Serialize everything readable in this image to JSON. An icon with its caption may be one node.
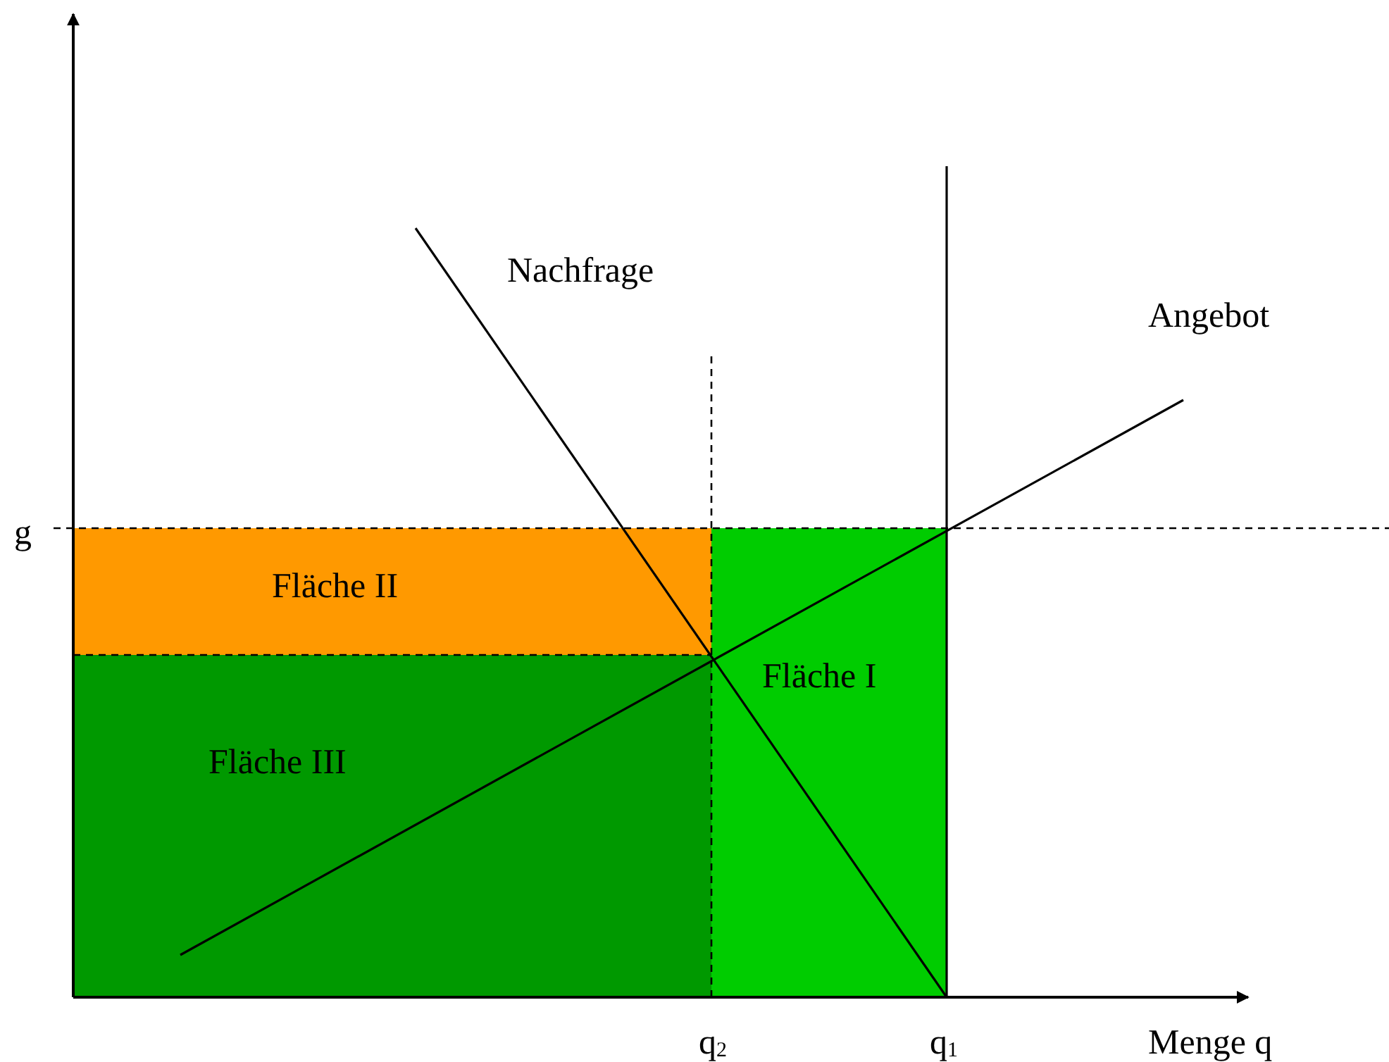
{
  "diagram": {
    "nodes": [
      {
        "text": [
          "Fläche II"
        ]
      },
      {
        "text": [
          "Fläche I"
        ]
      },
      {
        "text": [
          "Fläche III"
        ]
      }
    ],
    "labels": [
      "Nachfrage",
      "Angebot",
      "g",
      "q$_{2}$",
      "q$_{1}$",
      "Menge q"
    ]
  }
}
